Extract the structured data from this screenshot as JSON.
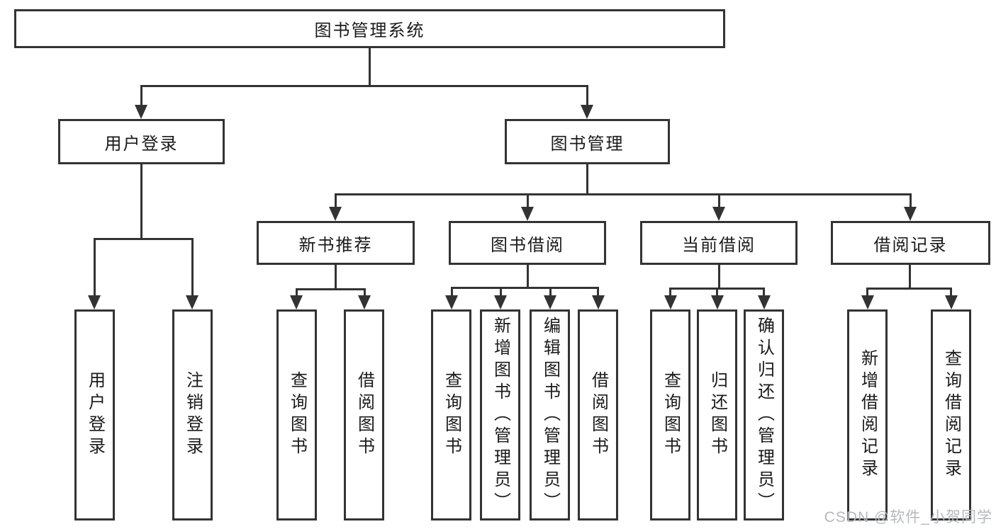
{
  "colors": {
    "line": "#333333",
    "text": "#1a1a1a",
    "watermark": "#b5b8bd",
    "background": "#ffffff"
  },
  "tree": {
    "root": {
      "label": "图书管理系统"
    },
    "branches": [
      {
        "label": "用户登录",
        "children": [
          {
            "label": "用户登录"
          },
          {
            "label": "注销登录"
          }
        ]
      },
      {
        "label": "图书管理",
        "children": [
          {
            "label": "新书推荐",
            "children": [
              {
                "label": "查询图书"
              },
              {
                "label": "借阅图书"
              }
            ]
          },
          {
            "label": "图书借阅",
            "children": [
              {
                "label": "查询图书"
              },
              {
                "label": "新增图书（管理员）"
              },
              {
                "label": "编辑图书（管理员）"
              },
              {
                "label": "借阅图书"
              }
            ]
          },
          {
            "label": "当前借阅",
            "children": [
              {
                "label": "查询图书"
              },
              {
                "label": "归还图书"
              },
              {
                "label": "确认归还（管理员）"
              }
            ]
          },
          {
            "label": "借阅记录",
            "children": [
              {
                "label": "新增借阅记录"
              },
              {
                "label": "查询借阅记录"
              }
            ]
          }
        ]
      }
    ]
  },
  "watermark": "CSDN @软件_小贺同学"
}
